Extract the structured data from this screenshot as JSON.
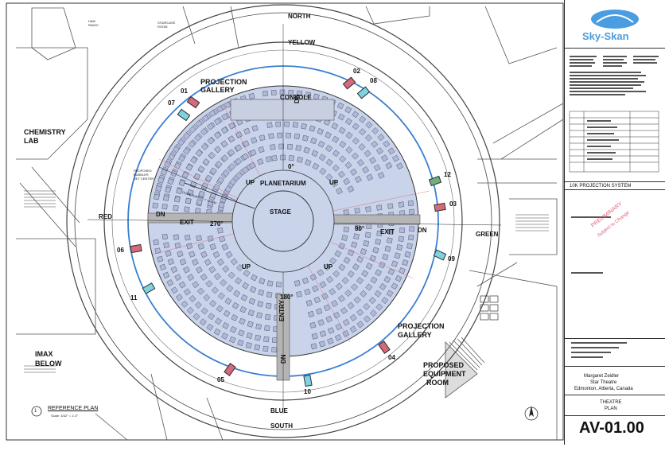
{
  "compass": [
    "NORTH",
    "SOUTH"
  ],
  "dome_colors": {
    "yellow": "YELLOW",
    "green": "GREEN",
    "blue": "BLUE",
    "red": "RED"
  },
  "rooms": {
    "stage": "STAGE",
    "planetarium": "PLANETARIUM",
    "console": "CONSOLE",
    "chemistry_lab_1": "CHEMISTRY",
    "chemistry_lab_2": "LAB",
    "imax_1": "IMAX",
    "imax_2": "BELOW",
    "projection_gallery_top_1": "PROJECTION",
    "projection_gallery_top_2": "GALLERY",
    "projection_gallery_bottom_1": "PROJECTION",
    "projection_gallery_bottom_2": "GALLERY",
    "equipment_1": "PROPOSED",
    "equipment_2": "EQUIPMENT",
    "equipment_3": "ROOM",
    "ham_radio": "HAM\nRADIO",
    "staircase_room": "STAIRCASE\nROOM",
    "proposed_bubble": "PROPOSED\nBUBBLER\nSET CENTER"
  },
  "angles": {
    "a0": "0°",
    "a90": "90°",
    "a180": "180°",
    "a270": "270°"
  },
  "circulation": {
    "up": "UP",
    "dn": "DN",
    "exit": "EXIT",
    "entry": "ENTRY",
    "dome_radius": "DOME RADIUS = 11.6 M"
  },
  "projectors": [
    "01",
    "02",
    "03",
    "04",
    "05",
    "06",
    "07",
    "08",
    "09",
    "10",
    "11",
    "12"
  ],
  "reference": {
    "number": "1",
    "title": "REFERENCE PLAN",
    "scale": "Scale: 3/32\" = 1'-0\""
  },
  "titleblock": {
    "logo": "Sky-Skan",
    "system": "10K PROJECTION SYSTEM",
    "stamp_1": "PRELIMINARY",
    "stamp_2": "Subject to Change",
    "client_1": "Margaret Zeidler",
    "client_2": "Star Theatre",
    "client_3": "Edmonton, Alberta, Canada",
    "sheet_title_1": "THEATRE",
    "sheet_title_2": "PLAN",
    "sheet_no": "AV-01.00"
  },
  "colors": {
    "dome_fill": "#c9d3ea",
    "seat_fill": "#aeb8d8",
    "ring_blue": "#3a7fd0",
    "projector_pink": "#d46a7a",
    "projector_cyan": "#7fd3e0",
    "projector_green": "#6fae7e",
    "logo_blue": "#4a9de0"
  }
}
